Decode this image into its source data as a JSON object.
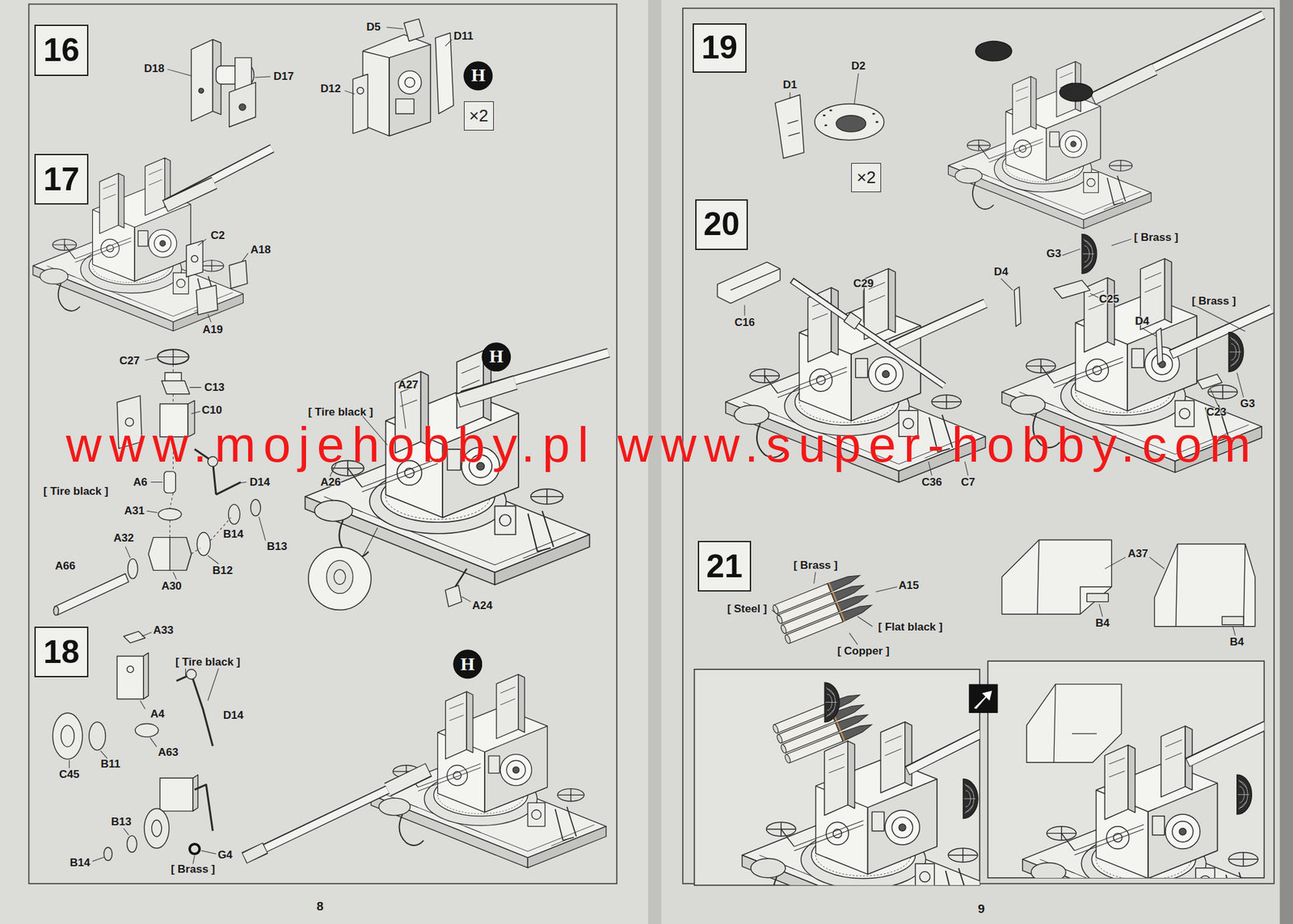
{
  "diagram": {
    "nodes": [
      {
        "text": [
          "16"
        ]
      },
      {
        "text": [
          "H"
        ]
      },
      {
        "text": [
          "×2"
        ]
      },
      {
        "text": [
          "17"
        ]
      },
      {
        "text": [
          "H"
        ]
      },
      {
        "text": [
          "18"
        ]
      },
      {
        "text": [
          "H"
        ]
      },
      {
        "text": [
          "19"
        ]
      },
      {
        "text": [
          "×2"
        ]
      },
      {
        "text": [
          "20"
        ]
      },
      {
        "text": [
          "21"
        ]
      }
    ],
    "labels": [
      "D5",
      "D11",
      "D18",
      "D17",
      "D12",
      "C2",
      "A18",
      "A19",
      "C27",
      "C13",
      "C10",
      "[ Tire black ]",
      "A27",
      "[ Tire black ]",
      "A26",
      "A6",
      "D14",
      "A31",
      "A32",
      "B14",
      "B13",
      "A66",
      "B12",
      "A30",
      "A24",
      "A33",
      "[ Tire black ]",
      "A4",
      "D14",
      "A63",
      "C45",
      "B11",
      "B13",
      "G4",
      "B14",
      "[ Brass ]",
      "8",
      "D2",
      "D1",
      "[ Brass ]",
      "G3",
      "D4",
      "C29",
      "C25",
      "C16",
      "[ Brass ]",
      "D4",
      "G3",
      "C23",
      "C36",
      "C7",
      "A37",
      "[ Brass ]",
      "A15",
      "[ Steel ]",
      "[ Flat black ]",
      "[ Copper ]",
      "B4",
      "B4",
      "9",
      "www.mojehobby.pl www.super-hobby.com"
    ]
  }
}
